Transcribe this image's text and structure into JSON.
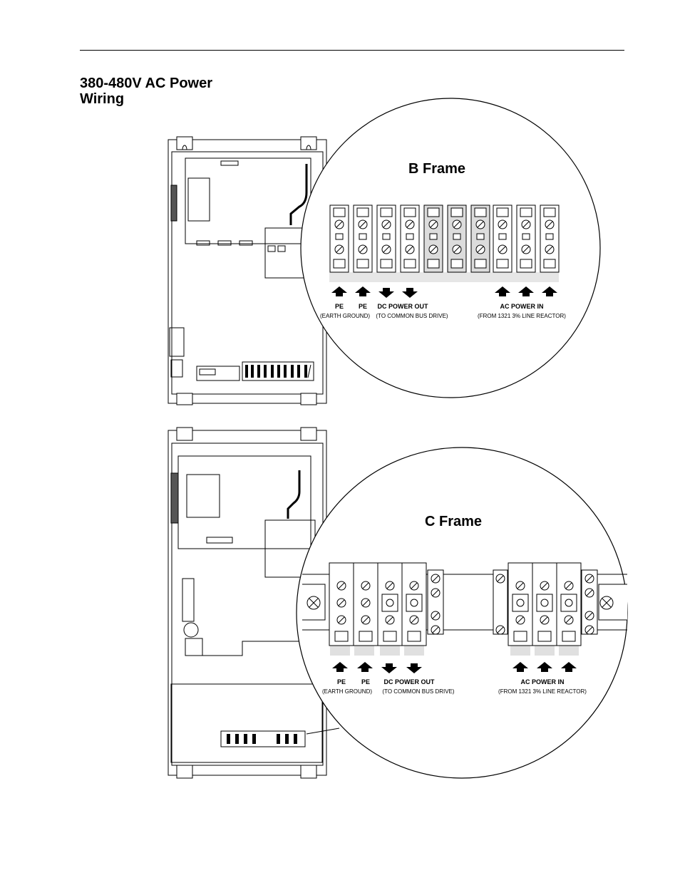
{
  "heading": {
    "line1": "380-480V AC Power",
    "line2": "Wiring"
  },
  "b_frame": {
    "title": "B Frame",
    "labels": {
      "pe1": "PE",
      "pe2": "PE",
      "earth_ground": "(EARTH GROUND)",
      "dc_power_out": "DC POWER OUT",
      "dc_sub": "(TO COMMON BUS DRIVE)",
      "ac_power_in": "AC POWER IN",
      "ac_sub": "(FROM 1321 3% LINE REACTOR)"
    }
  },
  "c_frame": {
    "title": "C Frame",
    "labels": {
      "pe1": "PE",
      "pe2": "PE",
      "earth_ground": "(EARTH GROUND)",
      "dc_power_out": "DC POWER OUT",
      "dc_sub": "(TO COMMON BUS DRIVE)",
      "ac_power_in": "AC POWER IN",
      "ac_sub": "(FROM 1321 3% LINE REACTOR)"
    }
  }
}
